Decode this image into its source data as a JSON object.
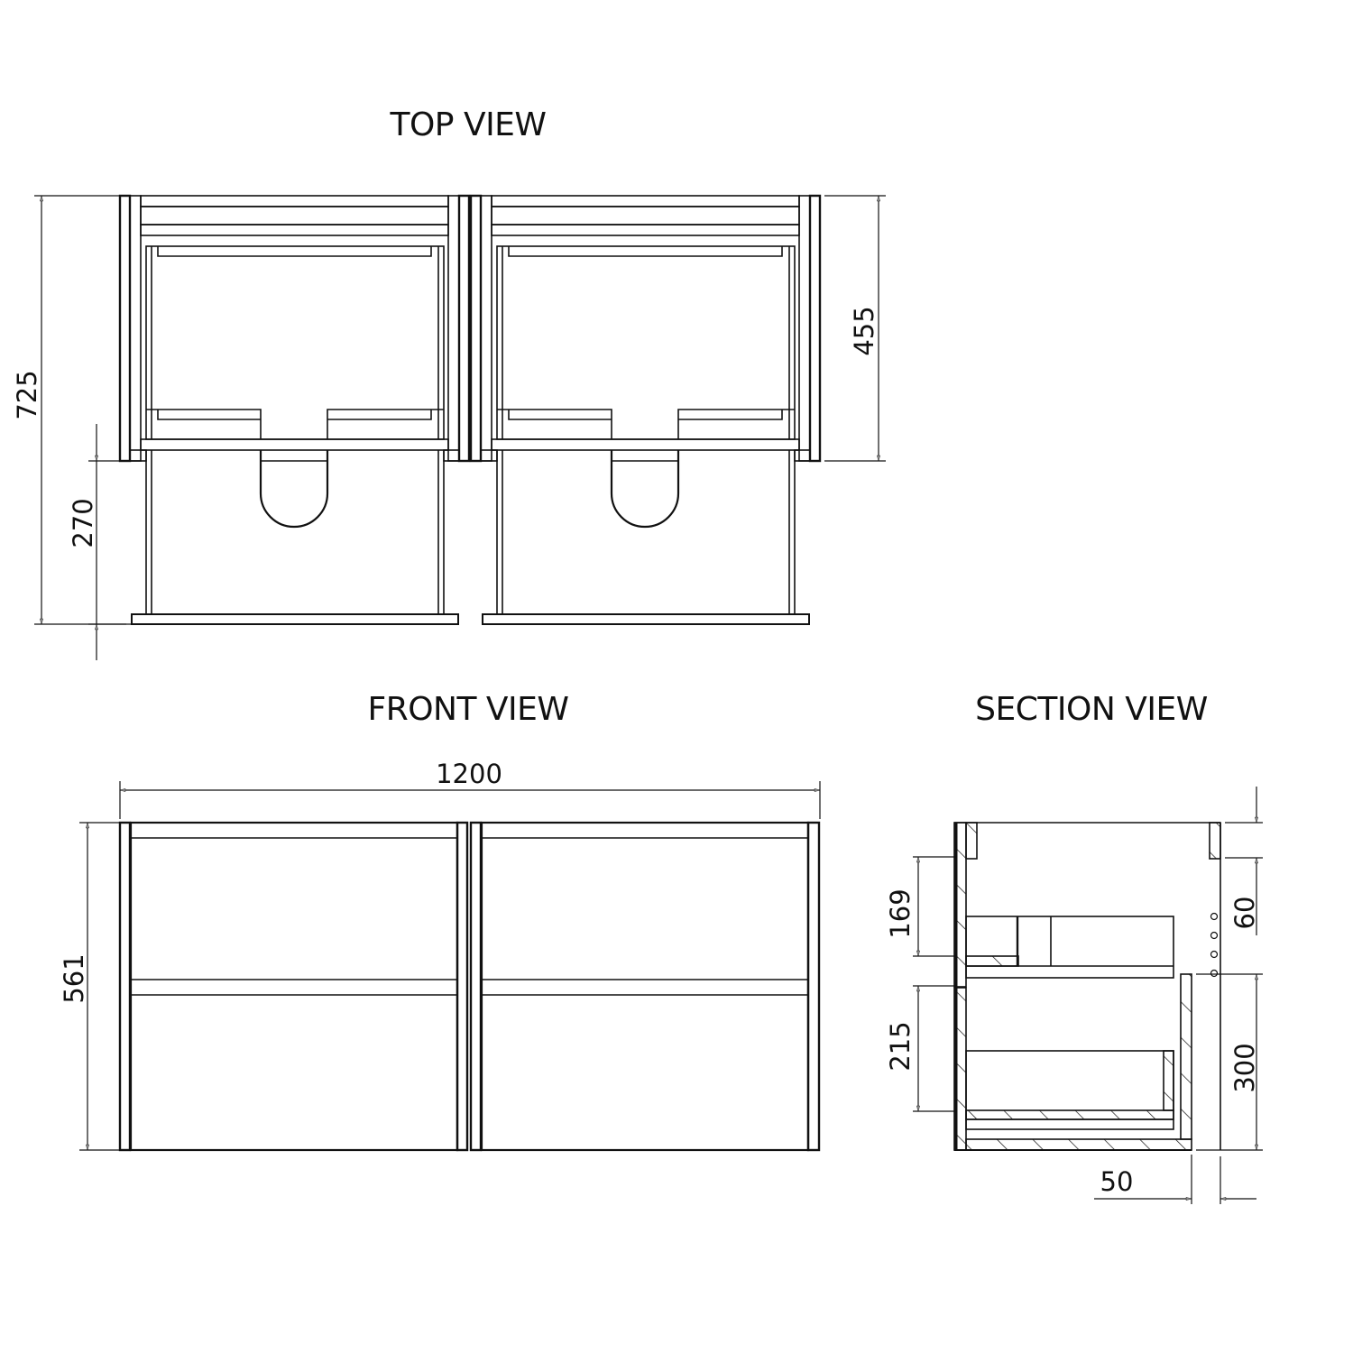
{
  "views": {
    "top": {
      "title": "TOP VIEW"
    },
    "front": {
      "title": "FRONT VIEW"
    },
    "section": {
      "title": "SECTION VIEW"
    }
  },
  "dimensions": {
    "top_overall_depth": "725",
    "top_basin_depth": "455",
    "top_drawer_projection": "270",
    "front_width": "1200",
    "front_height": "561",
    "section_upper_drawer": "169",
    "section_lower_drawer": "215",
    "section_top_rail": "60",
    "section_lower_height": "300",
    "section_offset": "50"
  },
  "colors": {
    "line": "#111111",
    "background": "#ffffff"
  }
}
